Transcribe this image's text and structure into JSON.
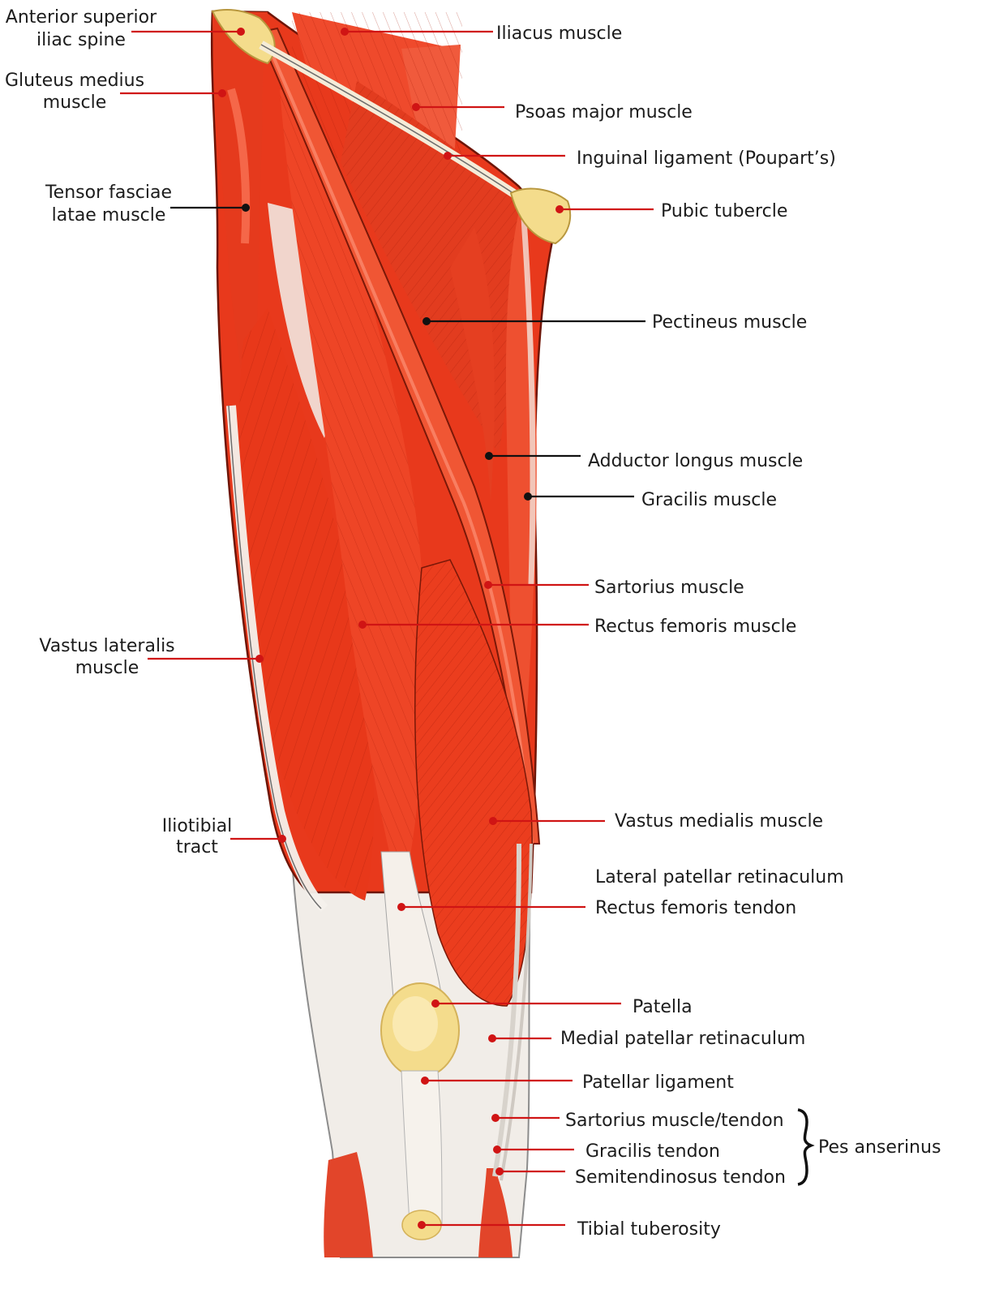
{
  "colors": {
    "muscle": "#ec3b1e",
    "muscle_light": "#f56a4e",
    "muscle_dark": "#b8200c",
    "tendon": "#f3efe9",
    "bone": "#f4dc8c",
    "leader_red": "#d01414",
    "leader_black": "#111111",
    "text": "#1c1c1c"
  },
  "labels": {
    "asis": "Anterior superior\niliac spine",
    "gluteus_medius": "Gluteus medius\nmuscle",
    "tensor_fasciae_latae": "Tensor fasciae\nlatae muscle",
    "vastus_lateralis": "Vastus lateralis\nmuscle",
    "iliotibial_tract": "Iliotibial\ntract",
    "iliacus": "Iliacus muscle",
    "psoas_major": "Psoas major muscle",
    "inguinal_ligament": "Inguinal ligament (Poupart’s)",
    "pubic_tubercle": "Pubic tubercle",
    "pectineus": "Pectineus muscle",
    "adductor_longus": "Adductor longus muscle",
    "gracilis": "Gracilis muscle",
    "sartorius": "Sartorius muscle",
    "rectus_femoris": "Rectus femoris muscle",
    "vastus_medialis": "Vastus medialis muscle",
    "lateral_patellar_retinaculum": "Lateral patellar retinaculum",
    "rectus_femoris_tendon": "Rectus femoris tendon",
    "patella": "Patella",
    "medial_patellar_retinaculum": "Medial patellar retinaculum",
    "patellar_ligament": "Patellar ligament",
    "sartorius_tendon": "Sartorius muscle/tendon",
    "gracilis_tendon": "Gracilis tendon",
    "semitendinosus_tendon": "Semitendinosus tendon",
    "pes_anserinus": "Pes anserinus",
    "tibial_tuberosity": "Tibial tuberosity"
  }
}
